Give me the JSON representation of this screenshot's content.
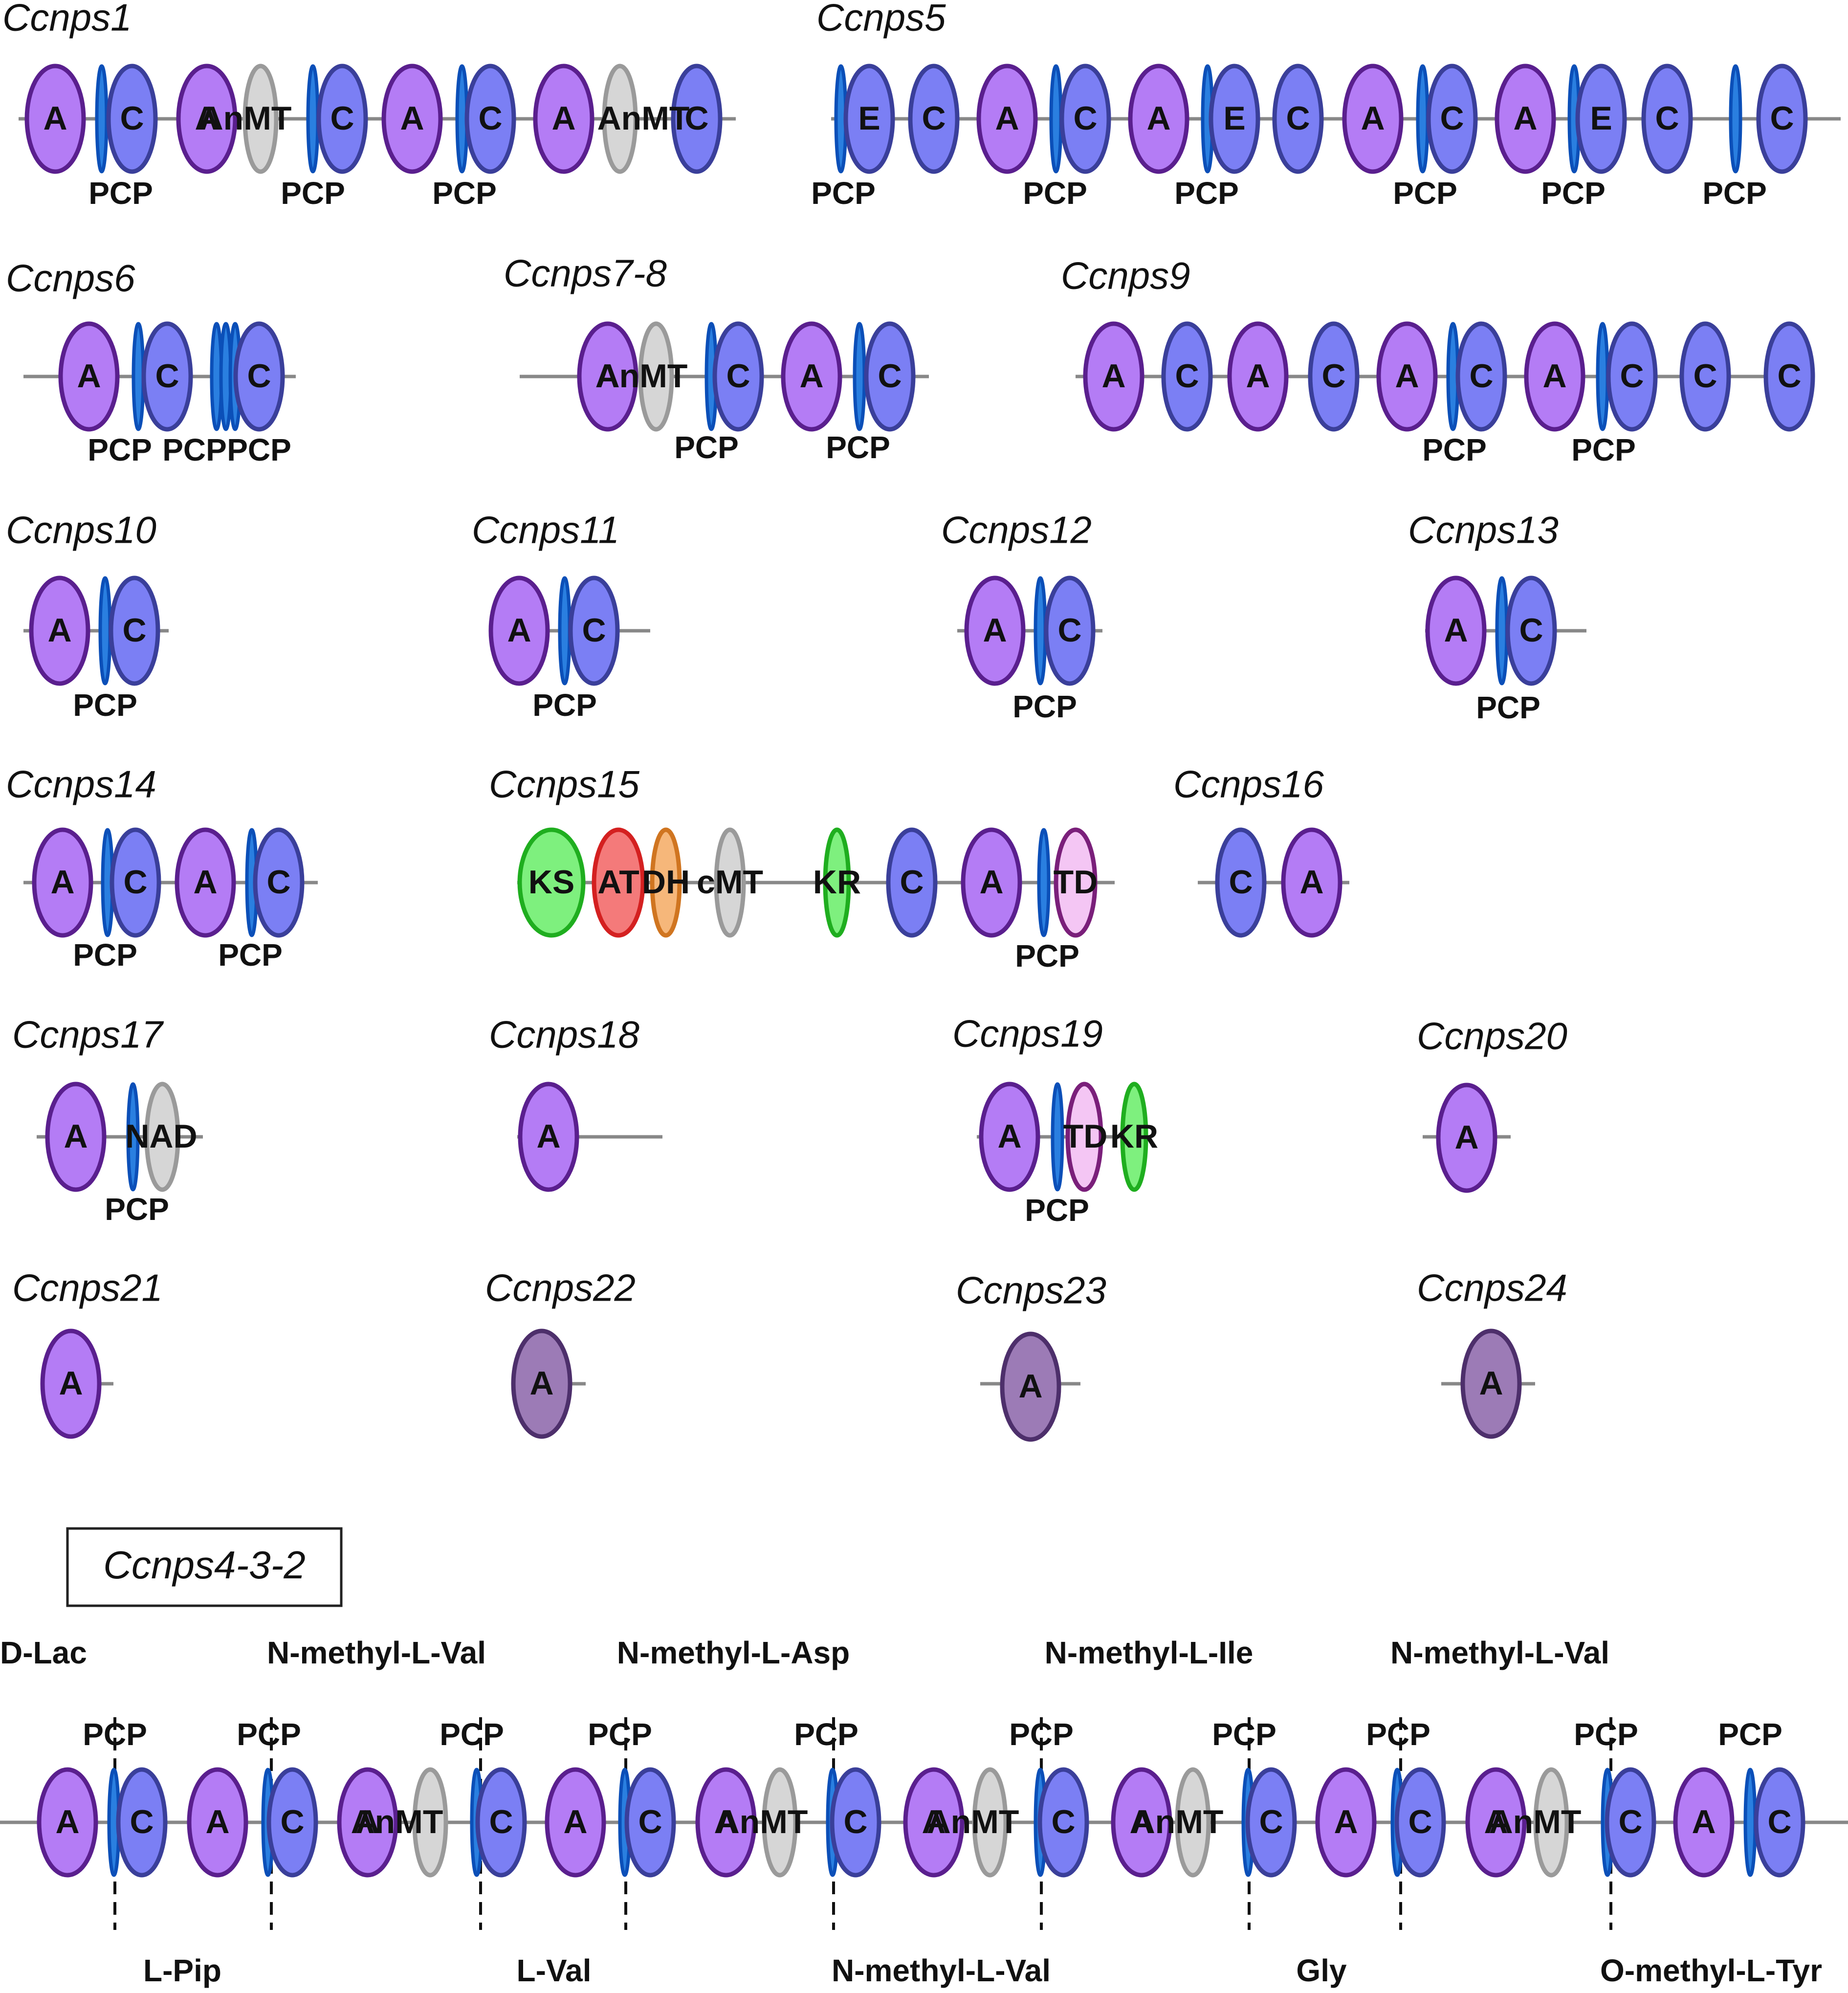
{
  "domain_labels": {
    "A": "A",
    "C": "C",
    "E": "E",
    "AnMT": "AnMT",
    "KS": "KS",
    "AT": "AT",
    "DH": "DH",
    "cMT": "cMT",
    "KR": "KR",
    "TD": "TD",
    "NAD": "NAD",
    "PCP": "PCP"
  },
  "colors": {
    "A": "#b47cf5",
    "A_stroke": "#5a1f8e",
    "A_dark": "#9c7bb6",
    "A_dark_stroke": "#4d2f6b",
    "C": "#7b7ff4",
    "C_stroke": "#3a3f9a",
    "PCP": "#2a7fe0",
    "PCP_stroke": "#0b4fb8",
    "MT": "#d6d6d6",
    "MT_stroke": "#9a9a9a",
    "KS": "#7ef07e",
    "KS_stroke": "#1fae1f",
    "AT": "#f47a7a",
    "AT_stroke": "#d42020",
    "DH": "#f6b77a",
    "DH_stroke": "#d07520",
    "TD": "#f4c6f4",
    "TD_stroke": "#7a1f7a",
    "line": "#888888"
  },
  "genes": [
    {
      "name": "Ccnps1"
    },
    {
      "name": "Ccnps5"
    },
    {
      "name": "Ccnps6"
    },
    {
      "name": "Ccnps7-8"
    },
    {
      "name": "Ccnps9"
    },
    {
      "name": "Ccnps10"
    },
    {
      "name": "Ccnps11"
    },
    {
      "name": "Ccnps12"
    },
    {
      "name": "Ccnps13"
    },
    {
      "name": "Ccnps14"
    },
    {
      "name": "Ccnps15"
    },
    {
      "name": "Ccnps16"
    },
    {
      "name": "Ccnps17"
    },
    {
      "name": "Ccnps18"
    },
    {
      "name": "Ccnps19"
    },
    {
      "name": "Ccnps20"
    },
    {
      "name": "Ccnps21"
    },
    {
      "name": "Ccnps22"
    },
    {
      "name": "Ccnps23"
    },
    {
      "name": "Ccnps24"
    }
  ],
  "cluster": {
    "name": "Ccnps4-3-2",
    "substrates_top": [
      "D-Lac",
      "N-methyl-L-Val",
      "N-methyl-L-Asp",
      "N-methyl-L-Ile",
      "N-methyl-L-Val"
    ],
    "substrates_bottom": [
      "L-Pip",
      "L-Val",
      "N-methyl-L-Val",
      "Gly",
      "O-methyl-L-Tyr"
    ]
  }
}
